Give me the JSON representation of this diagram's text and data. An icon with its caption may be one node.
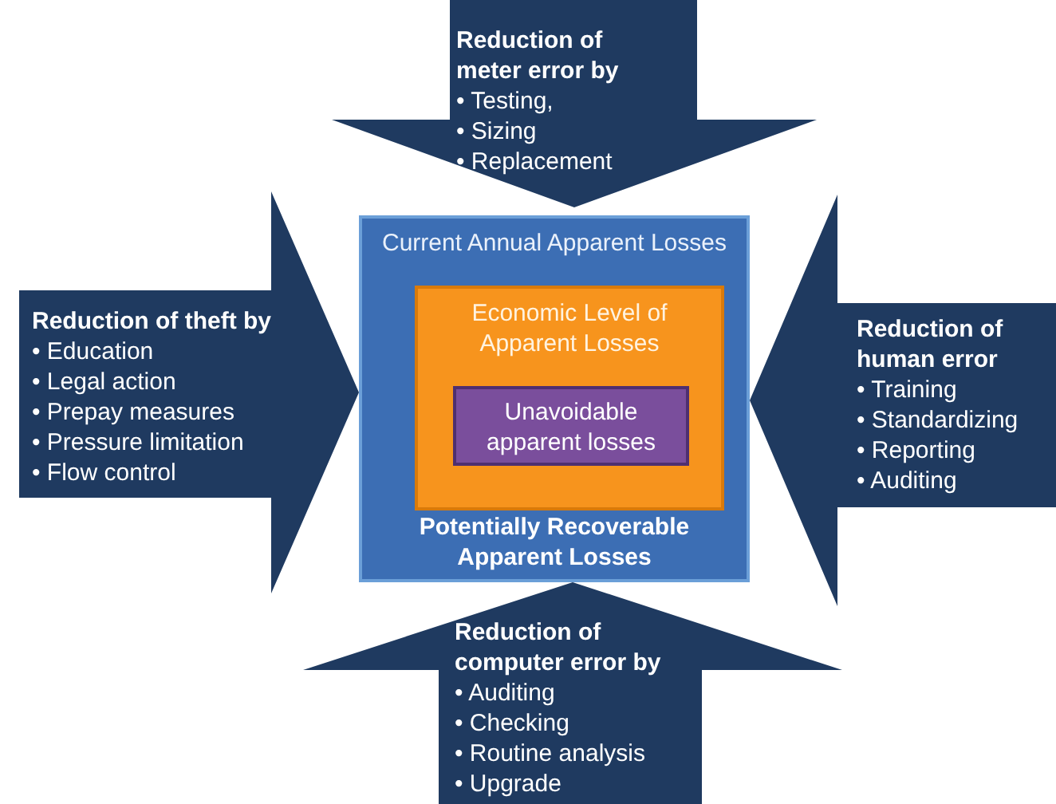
{
  "diagram": {
    "nodes": [
      {
        "text": [
          "Reduction of meter error by",
          "• Testing,",
          "• Sizing",
          "• Replacement"
        ]
      },
      {
        "text": [
          "Reduction of theft by",
          "• Education",
          "• Legal action",
          "• Prepay measures",
          "• Pressure limitation",
          "• Flow control"
        ]
      },
      {
        "text": [
          "Current Annual Apparent Losses",
          "Potentially Recoverable Apparent Losses"
        ]
      },
      {
        "text": [
          "Economic Level of Apparent Losses"
        ],
        "in": 2
      },
      {
        "text": [
          "Unavoidable apparent losses"
        ],
        "in": 3
      },
      {
        "text": [
          "Reduction of human error",
          "• Training",
          "• Standardizing",
          "• Reporting",
          "• Auditing"
        ]
      },
      {
        "text": [
          "Reduction of computer error by",
          "• Auditing",
          "• Checking",
          "• Routine analysis",
          "• Upgrade"
        ]
      }
    ]
  }
}
